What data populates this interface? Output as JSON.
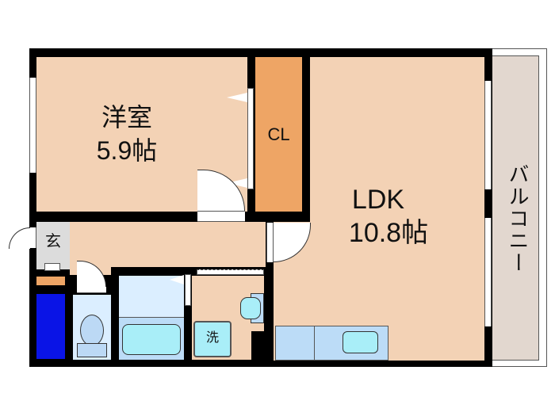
{
  "floorplan": {
    "rooms": {
      "western_room": {
        "name": "洋室",
        "size": "5.9帖"
      },
      "closet": {
        "name": "CL"
      },
      "ldk": {
        "name": "LDK",
        "size": "10.8帖"
      },
      "balcony": {
        "name": "バルコニー"
      },
      "entrance": {
        "name": "玄"
      },
      "washer": {
        "name": "洗"
      }
    },
    "colors": {
      "room_floor": "#f3d2b5",
      "closet": "#eea565",
      "balcony": "#e2d7cf",
      "entrance": "#dcdcdc",
      "wet_area": "#dbeeff",
      "fixture_blue": "#a9eef8",
      "shoe_box": "#0a14e6",
      "wall": "#000000"
    }
  }
}
